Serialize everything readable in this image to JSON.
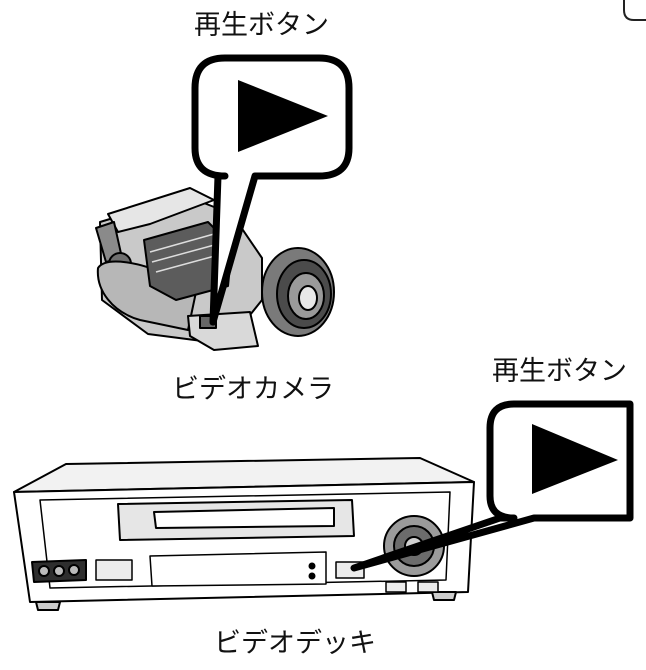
{
  "labels": {
    "play_button_top": "再生ボタン",
    "video_camera": "ビデオカメラ",
    "play_button_right": "再生ボタン",
    "video_deck": "ビデオデッキ"
  },
  "icons": {
    "play_symbol": "play-triangle-icon",
    "camera": "video-camera-icon",
    "deck": "vcr-deck-icon"
  },
  "colors": {
    "ink": "#000000",
    "paper": "#ffffff"
  }
}
